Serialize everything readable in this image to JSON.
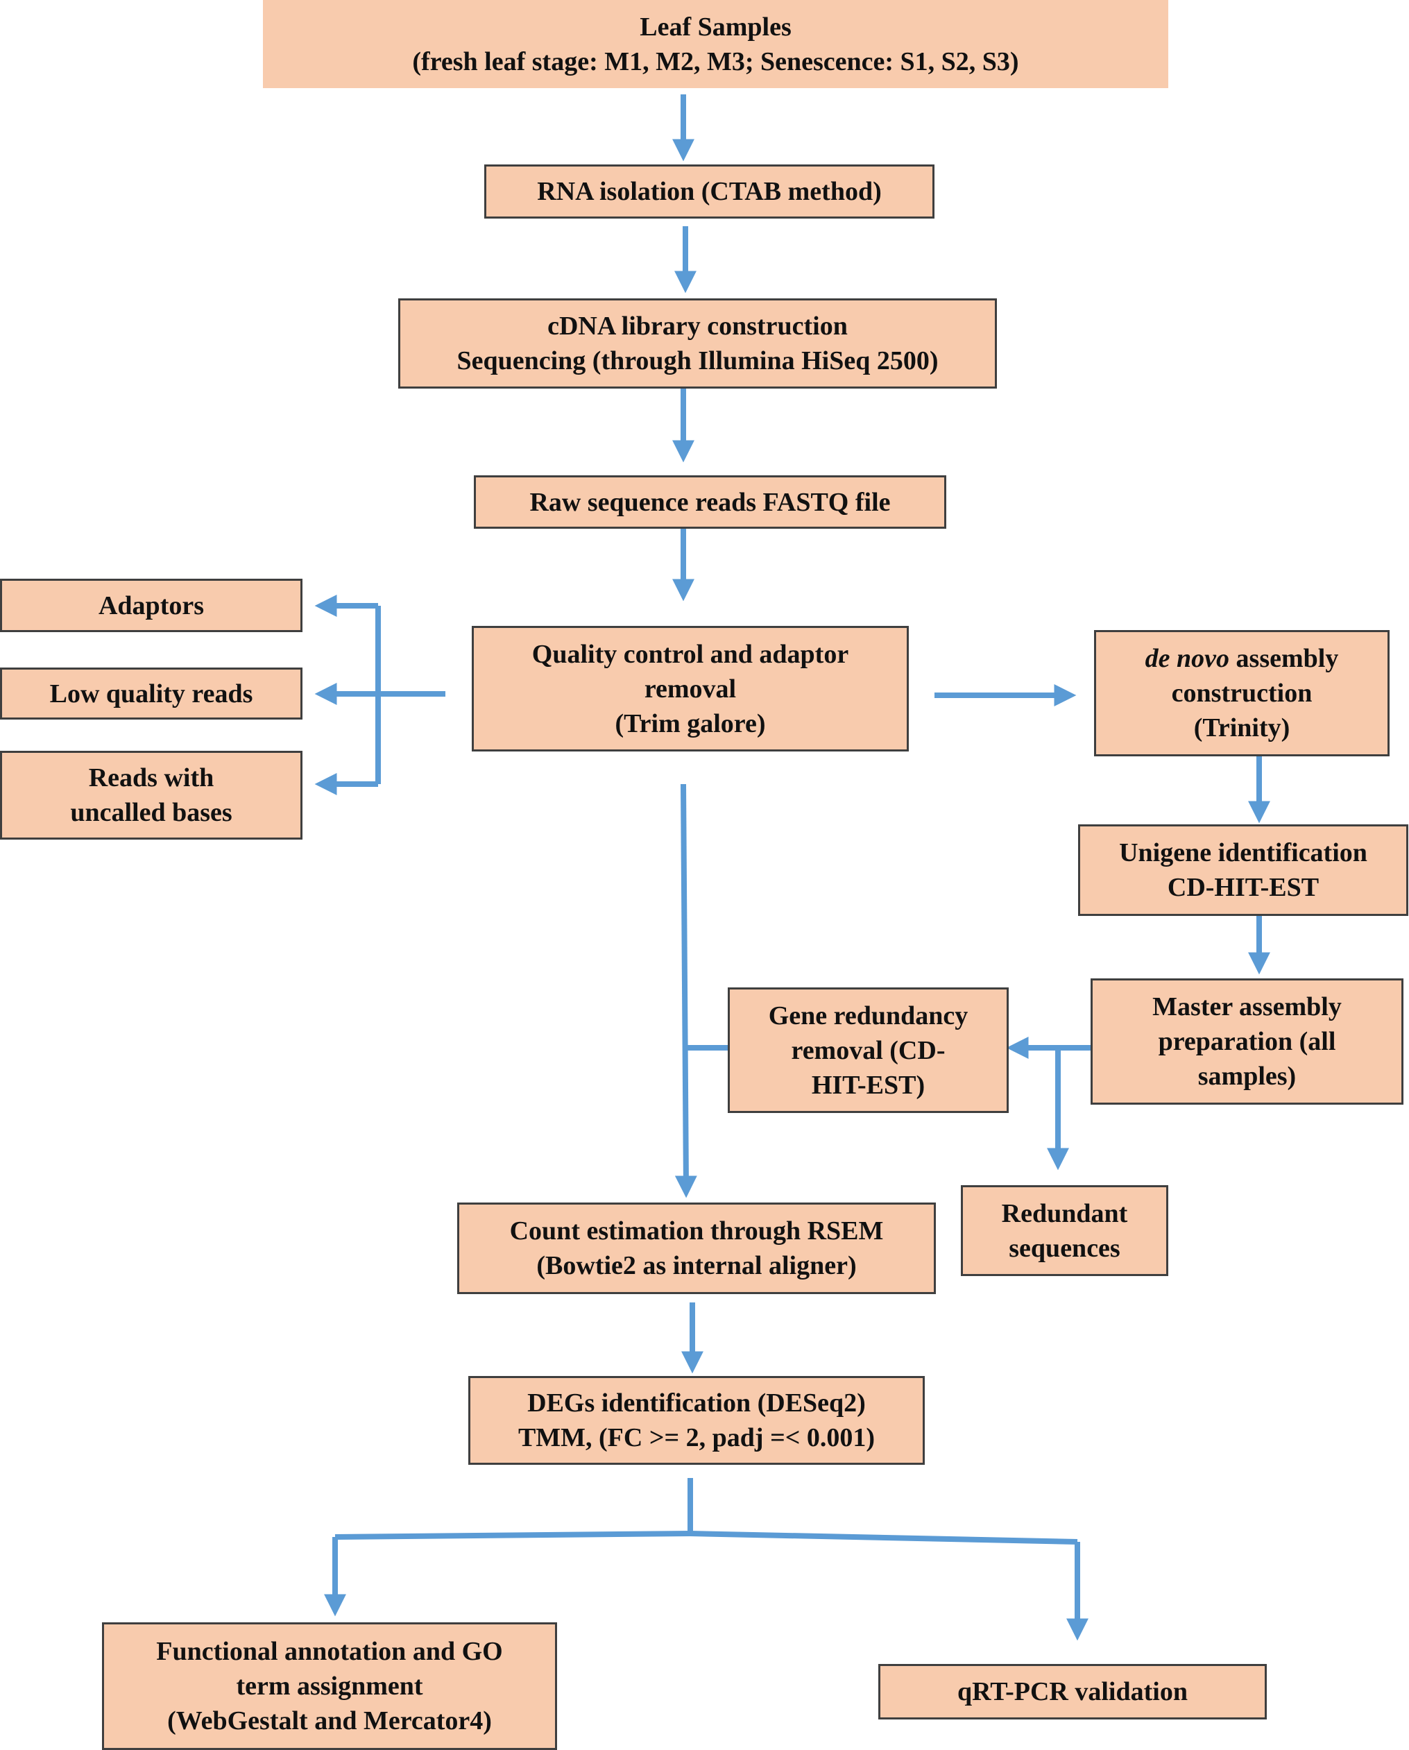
{
  "boxes": {
    "leaf_samples": [
      "Leaf Samples",
      "(fresh leaf stage: M1, M2, M3; Senescence: S1, S2, S3)"
    ],
    "rna_isolation": [
      "RNA isolation (CTAB method)"
    ],
    "cdna_library": [
      "cDNA library construction",
      "Sequencing (through Illumina HiSeq 2500)"
    ],
    "raw_reads": [
      "Raw sequence reads FASTQ file"
    ],
    "quality_control": [
      "Quality control and adaptor",
      "removal",
      "(Trim galore)"
    ],
    "adaptors": [
      "Adaptors"
    ],
    "low_quality": [
      "Low quality reads"
    ],
    "uncalled_bases": [
      "Reads with",
      "uncalled bases"
    ],
    "de_novo": {
      "italic": "de novo",
      "rest": " assembly",
      "lines": [
        "construction",
        "(Trinity)"
      ]
    },
    "unigene": [
      "Unigene identification",
      "CD-HIT-EST"
    ],
    "master_assembly": [
      "Master assembly",
      "preparation (all",
      "samples)"
    ],
    "gene_redundancy": [
      "Gene redundancy",
      "removal (CD-",
      "HIT-EST)"
    ],
    "redundant": [
      "Redundant",
      "sequences"
    ],
    "count_estimation": [
      "Count estimation through RSEM",
      "(Bowtie2 as internal aligner)"
    ],
    "degs": [
      "DEGs identification (DESeq2)",
      "TMM, (FC >= 2, padj =< 0.001)"
    ],
    "functional": [
      "Functional annotation and GO",
      "term assignment",
      "(WebGestalt and Mercator4)"
    ],
    "qrt_pcr": [
      "qRT-PCR validation"
    ]
  },
  "colors": {
    "box_fill": "#f8cbad",
    "box_border": "#3f3f3f",
    "arrow": "#5b9bd5",
    "text": "#111111"
  }
}
